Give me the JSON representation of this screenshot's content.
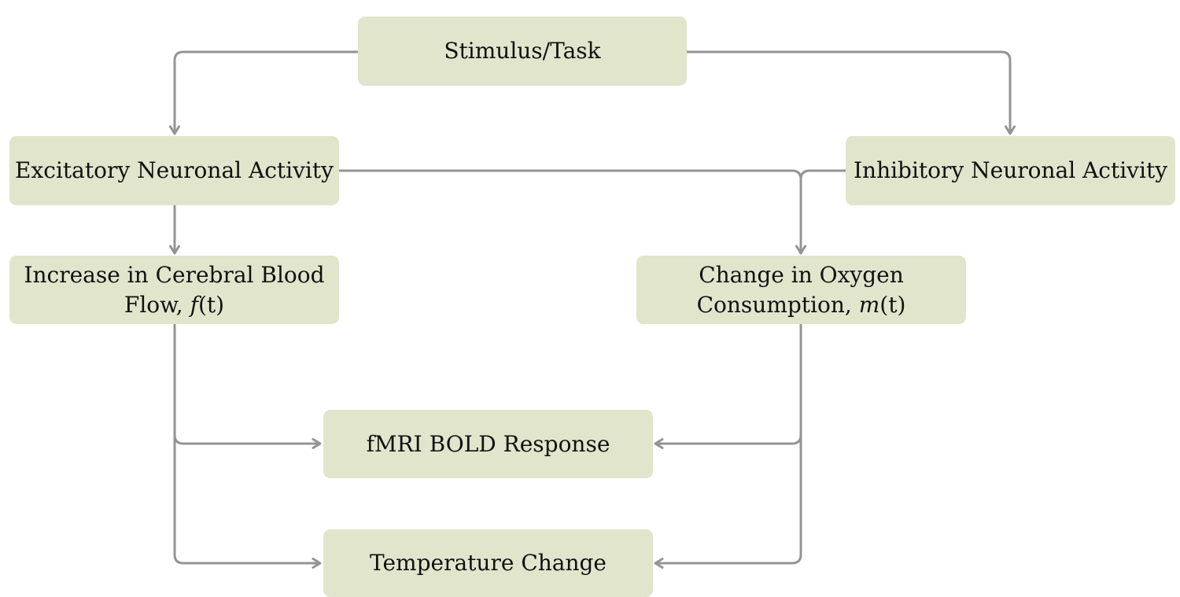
{
  "diagram": {
    "nodes": {
      "stimulus": {
        "lines": [
          "Stimulus/Task"
        ]
      },
      "excitatory": {
        "lines": [
          "Excitatory Neuronal Activity"
        ]
      },
      "inhibitory": {
        "lines": [
          "Inhibitory Neuronal Activity"
        ]
      },
      "blood_flow": {
        "line1": "Increase in Cerebral Blood",
        "line2_text": "Flow, ",
        "line2_math": "f",
        "line2_suffix": "(t)"
      },
      "oxygen": {
        "line1": "Change in Oxygen",
        "line2_text": "Consumption, ",
        "line2_math": "m",
        "line2_suffix": "(t)"
      },
      "bold": {
        "lines": [
          "fMRI BOLD Response"
        ]
      },
      "temperature": {
        "lines": [
          "Temperature Change"
        ]
      }
    },
    "edges": [
      {
        "from": "stimulus",
        "to": "excitatory"
      },
      {
        "from": "stimulus",
        "to": "inhibitory"
      },
      {
        "from": "excitatory",
        "to": "blood_flow"
      },
      {
        "from": "excitatory",
        "to": "oxygen"
      },
      {
        "from": "inhibitory",
        "to": "oxygen"
      },
      {
        "from": "blood_flow",
        "to": "bold"
      },
      {
        "from": "blood_flow",
        "to": "temperature"
      },
      {
        "from": "oxygen",
        "to": "bold"
      },
      {
        "from": "oxygen",
        "to": "temperature"
      }
    ],
    "colors": {
      "node_fill": "#e0e5cc",
      "edge_stroke": "#949494",
      "text": "#111111"
    }
  }
}
